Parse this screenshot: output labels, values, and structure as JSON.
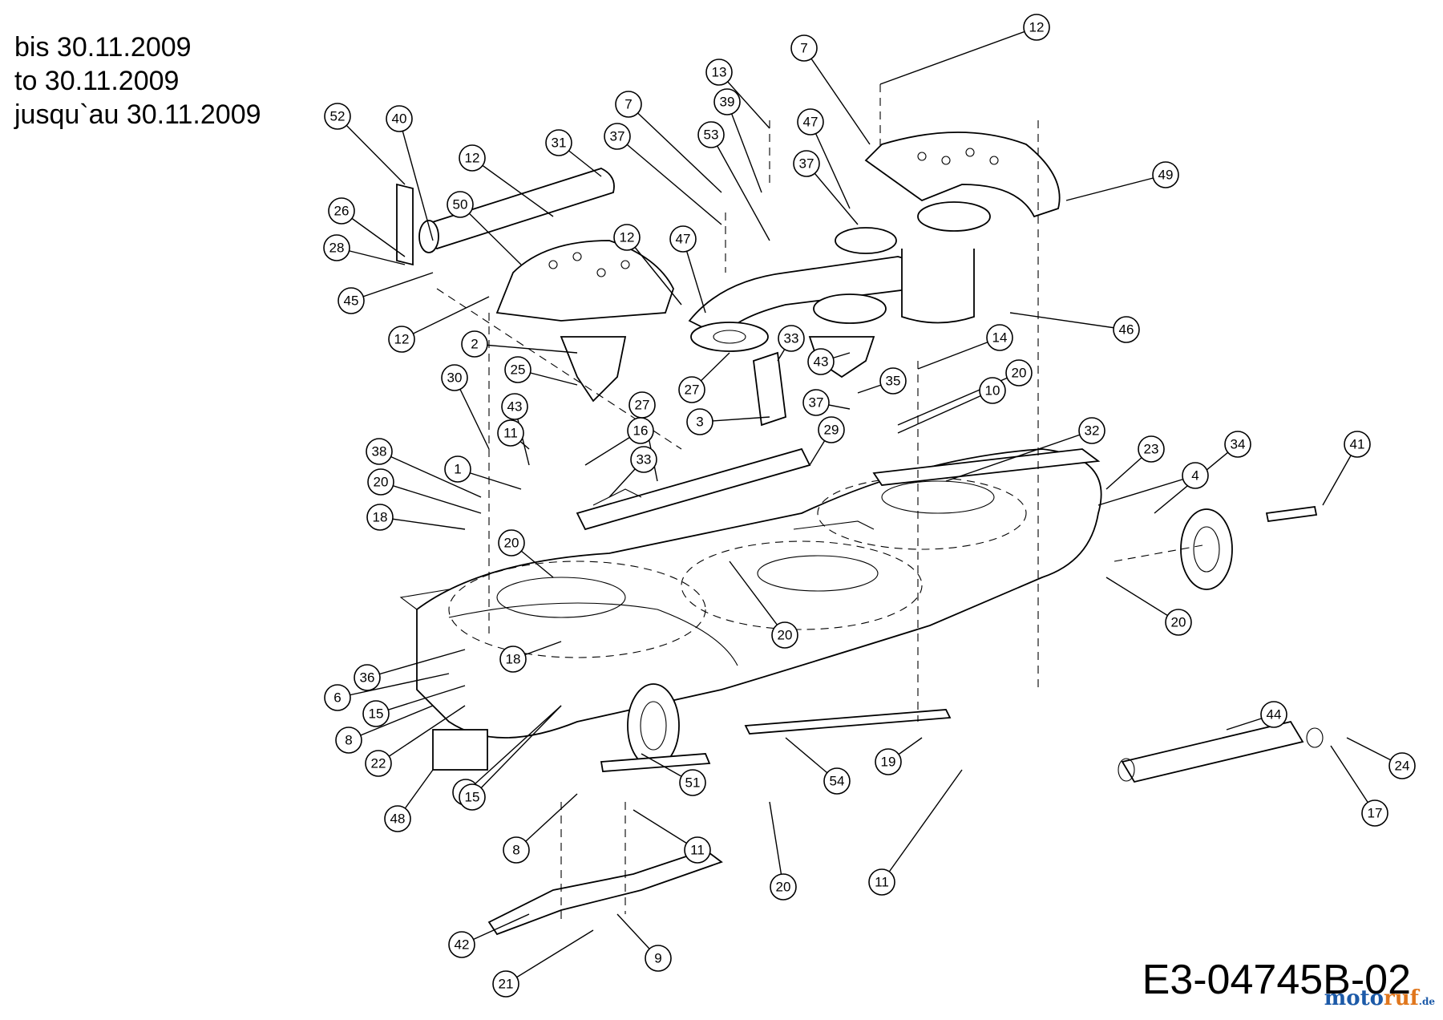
{
  "validity_lines": [
    "bis 30.11.2009",
    "to 30.11.2009",
    "jusqu`au 30.11.2009"
  ],
  "drawing_code": "E3-04745B-02",
  "watermark": {
    "part1": "moto",
    "part2": "ruf",
    "part3": ".de"
  },
  "callouts": [
    {
      "label": "12"
    },
    {
      "label": "7"
    },
    {
      "label": "13"
    },
    {
      "label": "39"
    },
    {
      "label": "7"
    },
    {
      "label": "47"
    },
    {
      "label": "52"
    },
    {
      "label": "40"
    },
    {
      "label": "31"
    },
    {
      "label": "37"
    },
    {
      "label": "53"
    },
    {
      "label": "37"
    },
    {
      "label": "12"
    },
    {
      "label": "49"
    },
    {
      "label": "26"
    },
    {
      "label": "50"
    },
    {
      "label": "28"
    },
    {
      "label": "12"
    },
    {
      "label": "47"
    },
    {
      "label": "45"
    },
    {
      "label": "12"
    },
    {
      "label": "46"
    },
    {
      "label": "2"
    },
    {
      "label": "33"
    },
    {
      "label": "14"
    },
    {
      "label": "30"
    },
    {
      "label": "25"
    },
    {
      "label": "27"
    },
    {
      "label": "43"
    },
    {
      "label": "35"
    },
    {
      "label": "20"
    },
    {
      "label": "43"
    },
    {
      "label": "27"
    },
    {
      "label": "37"
    },
    {
      "label": "10"
    },
    {
      "label": "3"
    },
    {
      "label": "11"
    },
    {
      "label": "16"
    },
    {
      "label": "29"
    },
    {
      "label": "32"
    },
    {
      "label": "38"
    },
    {
      "label": "33"
    },
    {
      "label": "23"
    },
    {
      "label": "1"
    },
    {
      "label": "34"
    },
    {
      "label": "41"
    },
    {
      "label": "4"
    },
    {
      "label": "20"
    },
    {
      "label": "18"
    },
    {
      "label": "20"
    },
    {
      "label": "20"
    },
    {
      "label": "20"
    },
    {
      "label": "18"
    },
    {
      "label": "36"
    },
    {
      "label": "6"
    },
    {
      "label": "15"
    },
    {
      "label": "8"
    },
    {
      "label": "22"
    },
    {
      "label": "44"
    },
    {
      "label": "24"
    },
    {
      "label": "5"
    },
    {
      "label": "51"
    },
    {
      "label": "19"
    },
    {
      "label": "54"
    },
    {
      "label": "48"
    },
    {
      "label": "15"
    },
    {
      "label": "17"
    },
    {
      "label": "11"
    },
    {
      "label": "8"
    },
    {
      "label": "20"
    },
    {
      "label": "11"
    },
    {
      "label": "42"
    },
    {
      "label": "9"
    },
    {
      "label": "21"
    }
  ]
}
